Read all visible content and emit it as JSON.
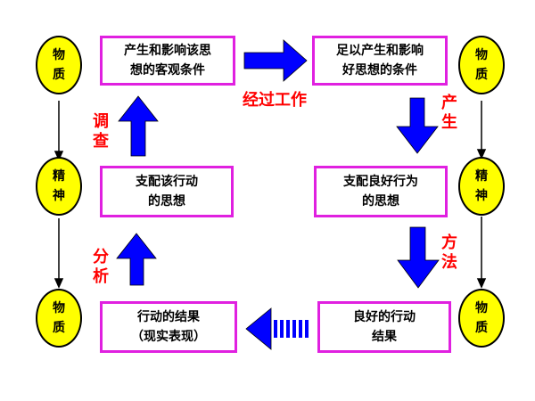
{
  "nodes": {
    "left_top": [
      "物",
      "质"
    ],
    "left_mid": [
      "精",
      "神"
    ],
    "left_bot": [
      "物",
      "质"
    ],
    "right_top": [
      "物",
      "质"
    ],
    "right_mid": [
      "精",
      "神"
    ],
    "right_bot": [
      "物",
      "质"
    ]
  },
  "boxes": {
    "tl": [
      "产生和影响该思",
      "想的客观条件"
    ],
    "tr": [
      "足以产生和影响",
      "好思想的条件"
    ],
    "ml": [
      "支配该行动",
      "的思想"
    ],
    "mr": [
      "支配良好行为",
      "的思想"
    ],
    "bl": [
      "行动的结果",
      "（现实表现）"
    ],
    "br": [
      "良好的行动",
      "结果"
    ]
  },
  "labels": {
    "work": "经过工作",
    "survey": [
      "调",
      "查"
    ],
    "produce": [
      "产",
      "生"
    ],
    "analyze": [
      "分",
      "析"
    ],
    "method": [
      "方",
      "法"
    ]
  },
  "colors": {
    "arrow_blue": "#0000ff",
    "label_red": "#ff0000",
    "box_border": "#e020e0",
    "node_fill": "#ffff00"
  }
}
